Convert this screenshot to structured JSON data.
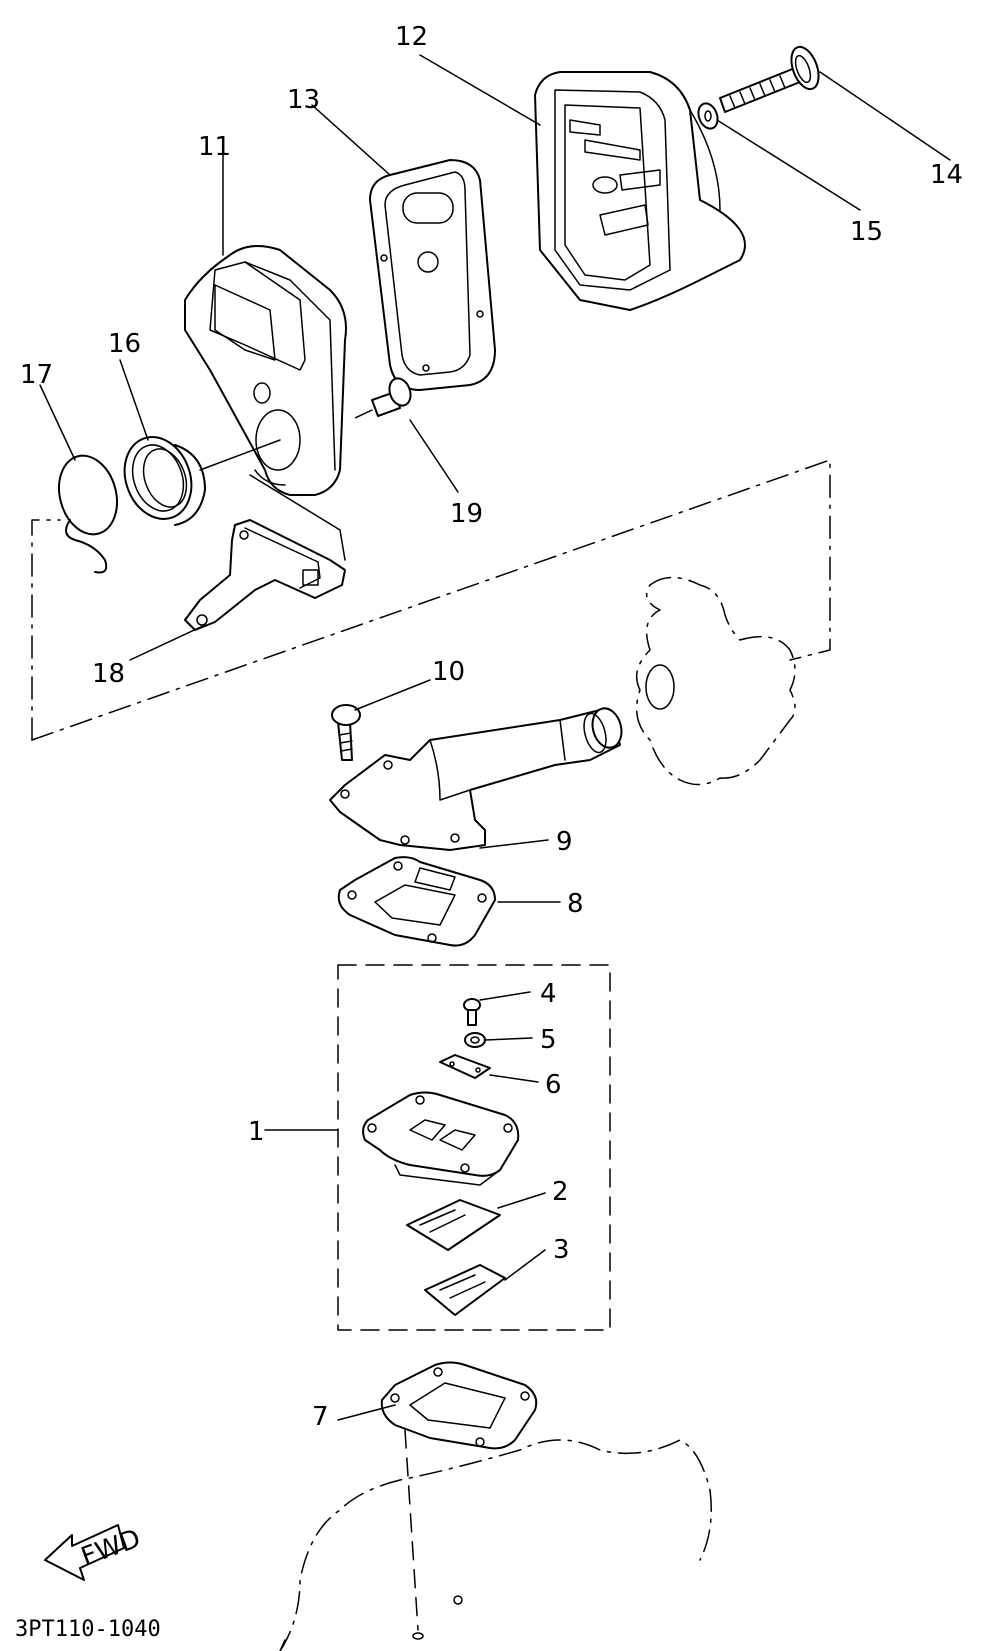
{
  "diagram_code": "3PT110-1040",
  "fwd_label": "FWD",
  "parts": [
    {
      "number": "1"
    },
    {
      "number": "2"
    },
    {
      "number": "3"
    },
    {
      "number": "4"
    },
    {
      "number": "5"
    },
    {
      "number": "6"
    },
    {
      "number": "7"
    },
    {
      "number": "8"
    },
    {
      "number": "9"
    },
    {
      "number": "10"
    },
    {
      "number": "11"
    },
    {
      "number": "12"
    },
    {
      "number": "13"
    },
    {
      "number": "14"
    },
    {
      "number": "15"
    },
    {
      "number": "16"
    },
    {
      "number": "17"
    },
    {
      "number": "18"
    },
    {
      "number": "19"
    }
  ]
}
